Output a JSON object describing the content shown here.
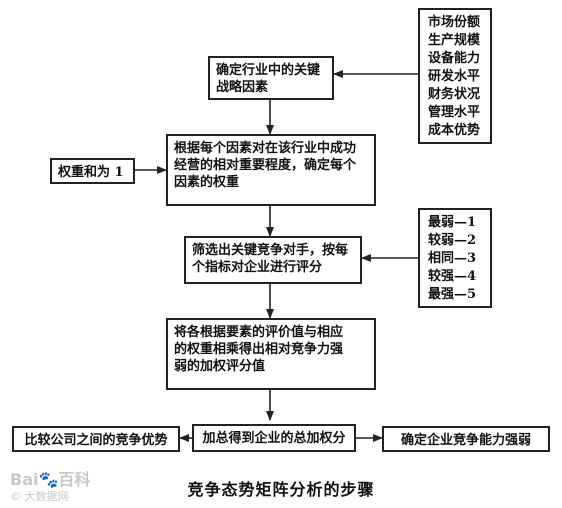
{
  "boxes": {
    "key_factors": "确定行业中的关键\n战略因素",
    "factor_list": "市场份额\n生产规模\n设备能力\n研发水平\n财务状况\n管理水平\n成本优势",
    "weight_sum": "权重和为 1",
    "weighting": "根据每个因素对在该行业中成功\n经营的相对重要程度，确定每个\n因素的权重",
    "rating": "筛选出关键竞争对手，按每\n个指标对企业进行评分",
    "scale": "最弱—1\n较弱—2\n相同—3\n较强—4\n最强—5",
    "multiply": "将各根据要素的评价值与相应\n的权重相乘得出相对竞争力强\n弱的加权评分值",
    "sum": "加总得到企业的总加权分",
    "compare": "比较公司之间的竞争优势",
    "determine": "确定企业竞争能力强弱"
  },
  "caption": "竞争态势矩阵分析的步骤",
  "watermark": {
    "line1": "Bai🐾百科",
    "line2": "© 大数据网"
  }
}
